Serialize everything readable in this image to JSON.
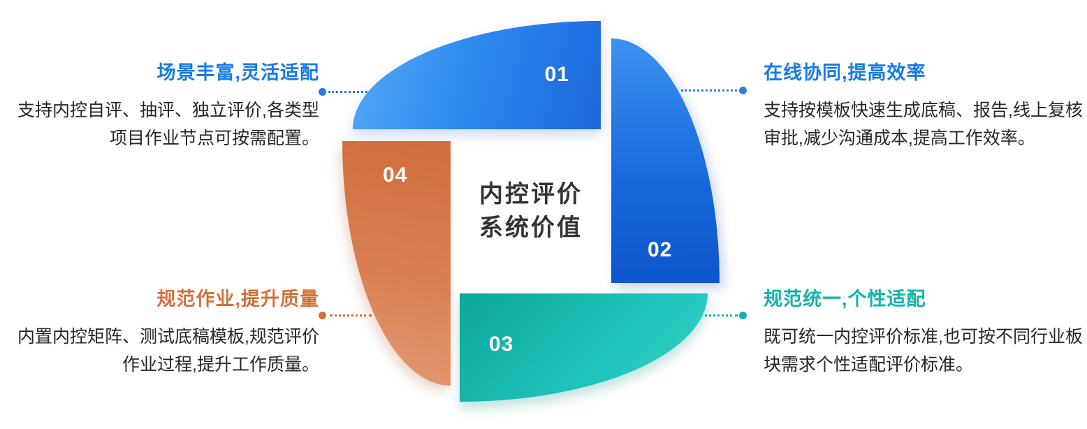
{
  "center": {
    "line1": "内控评价",
    "line2": "系统价值"
  },
  "features": [
    {
      "number": "01",
      "heading": "场景丰富,灵活适配",
      "body": "支持内控自评、抽评、独立评价,各类型项目作业节点可按需配置。",
      "accent": "#1779e8"
    },
    {
      "number": "02",
      "heading": "在线协同,提高效率",
      "body": "支持按模板快速生成底稿、报告,线上复核审批,减少沟通成本,提高工作效率。",
      "accent": "#1668da"
    },
    {
      "number": "03",
      "heading": "规范统一,个性适配",
      "body": "既可统一内控评价标准,也可按不同行业板块需求个性适配评价标准。",
      "accent": "#12b3ab"
    },
    {
      "number": "04",
      "heading": "规范作业,提升质量",
      "body": "内置内控矩阵、测试底稿模板,规范评价作业过程,提升工作质量。",
      "accent": "#d4703a"
    }
  ],
  "colors": {
    "segment_01_blue": "#2f8cee",
    "segment_02_dark_blue": "#1668da",
    "segment_03_teal": "#1fc4ba",
    "segment_04_orange": "#d87e50",
    "heading_blue": "#1779e8",
    "heading_teal": "#12b3ab",
    "heading_orange": "#d4703a",
    "body_text": "#262626",
    "center_text": "#333333"
  }
}
